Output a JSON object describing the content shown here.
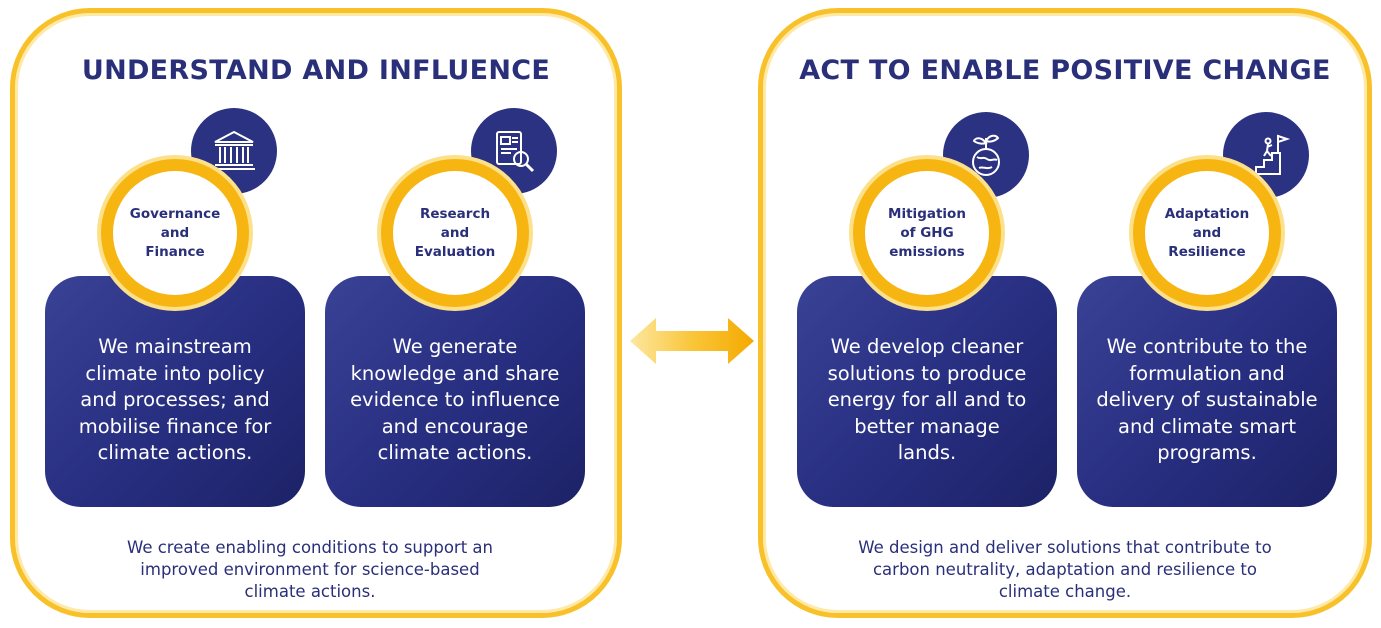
{
  "left": {
    "title": "UNDERSTAND AND INFLUENCE",
    "cards": [
      {
        "circle_label": [
          "Governance",
          "and",
          "Finance"
        ],
        "icon": "institution-building-icon",
        "text": [
          "We mainstream",
          "climate into policy",
          "and processes; and",
          "mobilise finance for",
          "climate actions."
        ]
      },
      {
        "circle_label": [
          "Research",
          "and",
          "Evaluation"
        ],
        "icon": "document-search-icon",
        "text": [
          "We generate",
          "knowledge and share",
          "evidence to influence",
          "and encourage",
          "climate actions."
        ]
      }
    ],
    "summary": [
      "We create enabling conditions to support an",
      "improved environment for science-based",
      "climate actions."
    ]
  },
  "right": {
    "title": "ACT TO ENABLE POSITIVE CHANGE",
    "cards": [
      {
        "circle_label": [
          "Mitigation",
          "of GHG",
          "emissions"
        ],
        "icon": "plant-globe-icon",
        "text": [
          "We develop cleaner",
          "solutions to produce",
          "energy for all and to",
          "better manage",
          "lands."
        ]
      },
      {
        "circle_label": [
          "Adaptation",
          "and",
          "Resilience"
        ],
        "icon": "climbing-stairs-flag-icon",
        "text": [
          "We contribute to the",
          "formulation and",
          "delivery of sustainable",
          "and climate smart",
          "programs."
        ]
      }
    ],
    "summary": [
      "We design and deliver solutions that contribute to",
      "carbon neutrality, adaptation and resilience to",
      "climate change."
    ]
  },
  "colors": {
    "navy": "#2a2f7a",
    "gold": "#f7b512",
    "light_gold": "#fde08a"
  },
  "connector_icon": "double-arrow-icon"
}
